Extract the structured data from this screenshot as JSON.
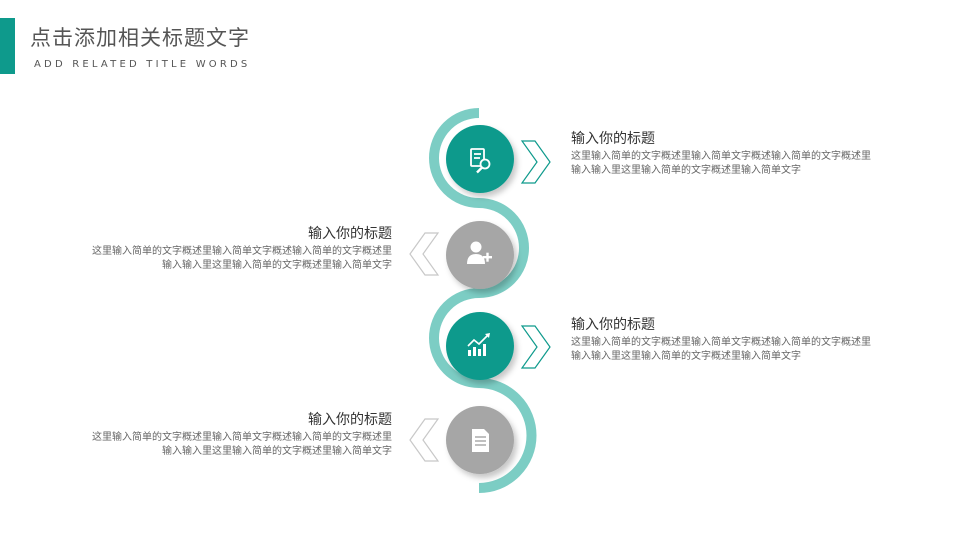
{
  "header": {
    "title": "点击添加相关标题文字",
    "subtitle": "ADD RELATED TITLE WORDS"
  },
  "colors": {
    "teal": "#0e9a8c",
    "teal_light": "#7ccdc4",
    "gray": "#a6a6a6",
    "chevron_gray": "#c8c8c8"
  },
  "steps": [
    {
      "icon": "magnifier-document-icon",
      "heading": "输入你的标题",
      "desc": "这里输入简单的文字概述里输入简单文字概述输入简单的文字概述里输入输入里这里输入简单的文字概述里输入简单文字"
    },
    {
      "icon": "add-user-icon",
      "heading": "输入你的标题",
      "desc": "这里输入简单的文字概述里输入简单文字概述输入简单的文字概述里输入输入里这里输入简单的文字概述里输入简单文字"
    },
    {
      "icon": "growth-chart-icon",
      "heading": "输入你的标题",
      "desc": "这里输入简单的文字概述里输入简单文字概述输入简单的文字概述里输入输入里这里输入简单的文字概述里输入简单文字"
    },
    {
      "icon": "document-icon",
      "heading": "输入你的标题",
      "desc": "这里输入简单的文字概述里输入简单文字概述输入简单的文字概述里输入输入里这里输入简单的文字概述里输入简单文字"
    }
  ]
}
